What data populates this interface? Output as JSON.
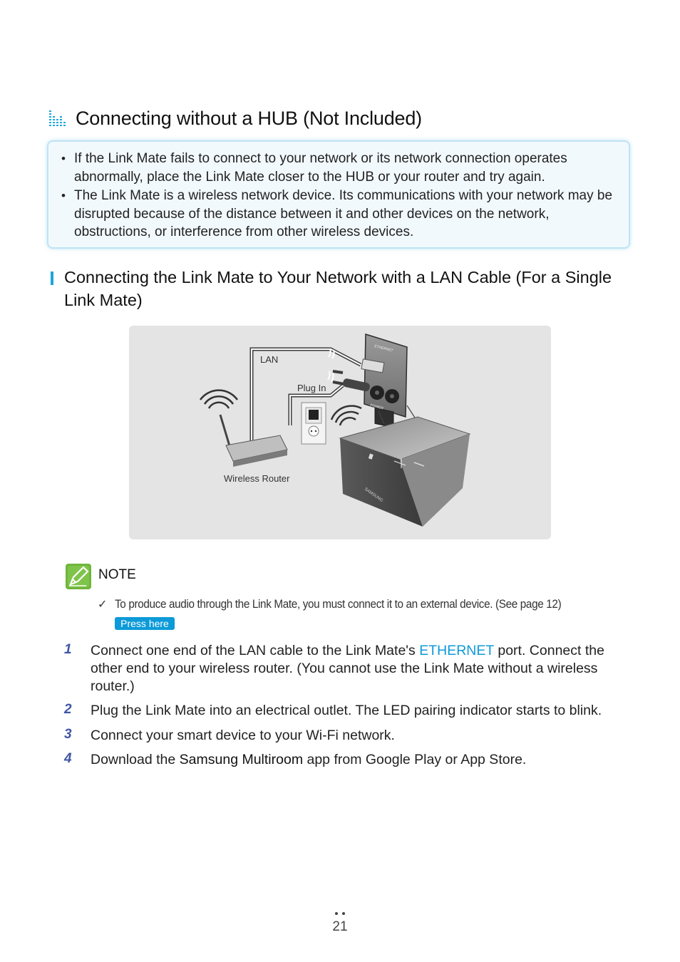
{
  "page": {
    "title": "Connecting without a HUB (Not Included)",
    "callout": {
      "bullets": [
        "If the Link Mate fails to connect to your network or its network connection operates abnormally, place the Link Mate closer to the HUB or your router and try again.",
        "The Link Mate is a wireless network device. Its communications with your network may be disrupted because of the distance between it and other devices on the network, obstructions, or interference from other wireless devices."
      ]
    },
    "subheading": "Connecting the Link Mate to Your Network with a LAN Cable (For a Single Link Mate)",
    "illustration": {
      "lan_label": "LAN",
      "plug_label": "Plug In",
      "router_label": "Wireless Router",
      "port_ethernet_label": "ETHERNET",
      "port_power_label": "POWER",
      "brand_label": "SAMSUNG"
    },
    "note": {
      "title": "NOTE",
      "check_glyph": "✓",
      "text": "To produce audio through the Link Mate, you must connect it to an external device. (See page 12)",
      "link_label": "Press here"
    },
    "steps": [
      {
        "num": "1",
        "pre": "Connect one end of the LAN cable to the Link Mate's ",
        "highlight": "ETHERNET",
        "post": " port. Connect the other end to your wireless router. (You cannot use the Link Mate without a wireless router.)"
      },
      {
        "num": "2",
        "text": "Plug the Link Mate into an electrical outlet. The LED pairing indicator starts to blink."
      },
      {
        "num": "3",
        "text": "Connect your smart device to your Wi-Fi network."
      },
      {
        "num": "4",
        "pre": "Download the ",
        "highlight": "Samsung Multiroom",
        "post": " app from Google Play or App Store."
      }
    ],
    "page_number": "21",
    "colors": {
      "accent_blue": "#0e9ad8",
      "step_number": "#3e56a5",
      "callout_border": "#bfe3f5",
      "note_icon": "#6fb63c"
    },
    "icons": {
      "title_icon": "equalizer-bars-icon",
      "note_icon": "note-pencil-icon"
    }
  }
}
